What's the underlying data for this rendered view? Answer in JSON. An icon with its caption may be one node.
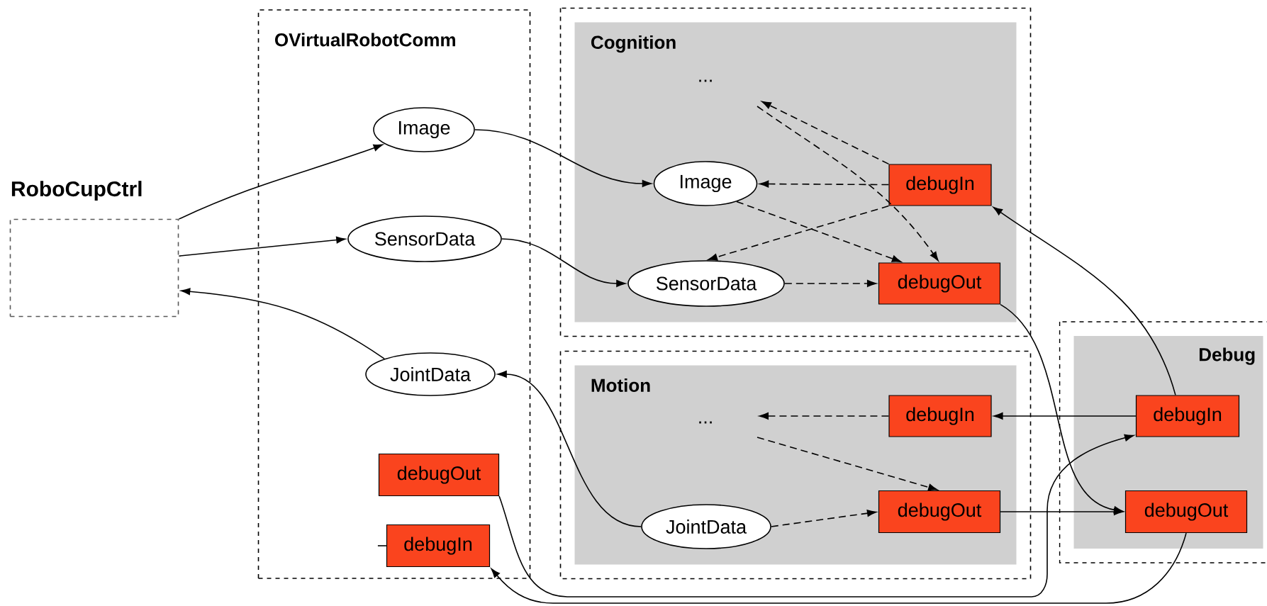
{
  "diagram": {
    "nodes": [
      {
        "text": [
          "RoboCupCtrl"
        ]
      },
      {
        "text": [
          "OVirtualRobotComm"
        ]
      },
      {
        "text": [
          "Image"
        ],
        "in": 1
      },
      {
        "text": [
          "SensorData"
        ],
        "in": 1
      },
      {
        "text": [
          "JointData"
        ],
        "in": 1
      },
      {
        "text": [
          "debugOut"
        ],
        "in": 1
      },
      {
        "text": [
          "debugIn"
        ],
        "in": 1
      },
      {
        "text": [
          "Cognition"
        ]
      },
      {
        "text": [
          "..."
        ],
        "in": 7
      },
      {
        "text": [
          "Image"
        ],
        "in": 7
      },
      {
        "text": [
          "debugIn"
        ],
        "in": 7
      },
      {
        "text": [
          "SensorData"
        ],
        "in": 7
      },
      {
        "text": [
          "debugOut"
        ],
        "in": 7
      },
      {
        "text": [
          "Motion"
        ]
      },
      {
        "text": [
          "..."
        ],
        "in": 13
      },
      {
        "text": [
          "debugIn"
        ],
        "in": 13
      },
      {
        "text": [
          "debugOut"
        ],
        "in": 13
      },
      {
        "text": [
          "JointData"
        ],
        "in": 13
      },
      {
        "text": [
          "Debug"
        ]
      },
      {
        "text": [
          "debugIn"
        ],
        "in": 18
      },
      {
        "text": [
          "debugOut"
        ],
        "in": 18
      }
    ],
    "edges": [
      {
        "from": 0,
        "to": 2,
        "arrow": "to"
      },
      {
        "from": 0,
        "to": 3,
        "arrow": "to"
      },
      {
        "from": 4,
        "to": 0,
        "arrow": "to"
      },
      {
        "from": 2,
        "to": 9,
        "arrow": "to"
      },
      {
        "from": 3,
        "to": 11,
        "arrow": "to"
      },
      {
        "from": 17,
        "to": 4,
        "arrow": "to"
      },
      {
        "from": 10,
        "to": 8,
        "arrow": "to",
        "style": "dashed"
      },
      {
        "from": 8,
        "to": 12,
        "arrow": "to",
        "style": "dashed"
      },
      {
        "from": 10,
        "to": 9,
        "arrow": "to",
        "style": "dashed"
      },
      {
        "from": 9,
        "to": 12,
        "arrow": "to",
        "style": "dashed"
      },
      {
        "from": 10,
        "to": 11,
        "arrow": "to",
        "style": "dashed"
      },
      {
        "from": 11,
        "to": 12,
        "arrow": "to",
        "style": "dashed"
      },
      {
        "from": 12,
        "to": 20,
        "arrow": "to"
      },
      {
        "from": 19,
        "to": 10,
        "arrow": "to"
      },
      {
        "from": 15,
        "to": 14,
        "arrow": "to",
        "style": "dashed"
      },
      {
        "from": 14,
        "to": 16,
        "arrow": "to",
        "style": "dashed"
      },
      {
        "from": 17,
        "to": 16,
        "arrow": "to",
        "style": "dashed"
      },
      {
        "from": 19,
        "to": 15,
        "arrow": "to"
      },
      {
        "from": 16,
        "to": 20,
        "arrow": "to"
      },
      {
        "from": 5,
        "to": 19,
        "arrow": "to"
      },
      {
        "from": 20,
        "to": 6,
        "arrow": "to"
      },
      {
        "from": null,
        "to": 6,
        "arrow": "none"
      }
    ]
  }
}
